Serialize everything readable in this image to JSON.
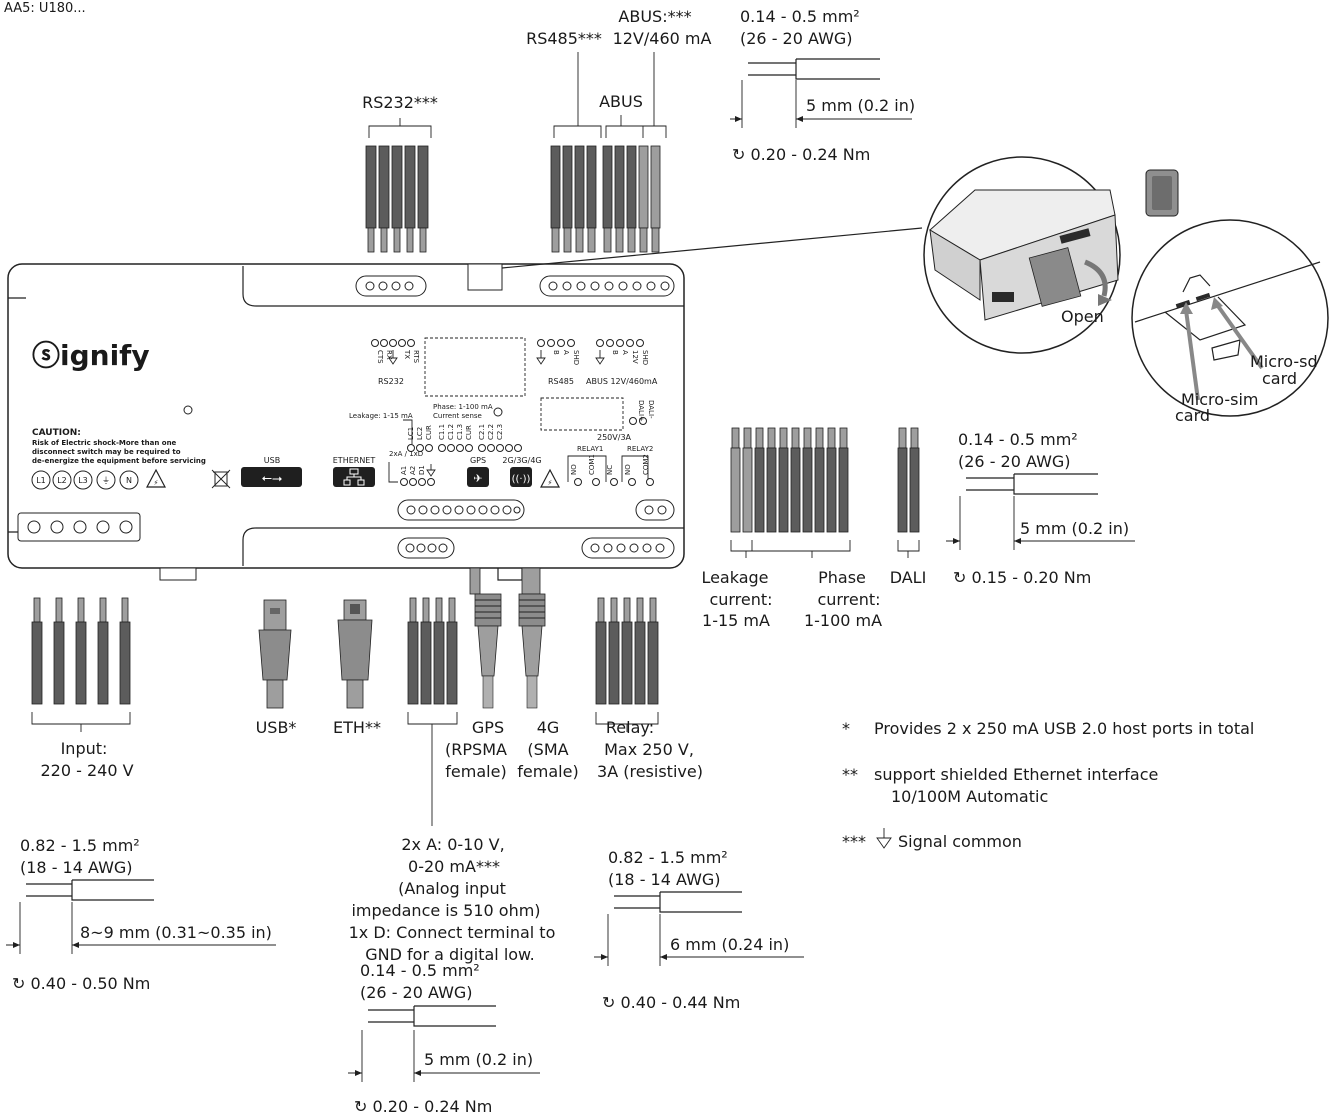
{
  "header": {
    "fragment": "AA5: U180..."
  },
  "brand": {
    "name": "ⓢignify"
  },
  "device": {
    "caution_title": "CAUTION:",
    "caution_l1": "Risk of Electric shock-More than one",
    "caution_l2": "disconnect switch may be required to",
    "caution_l3": "de-energize the equipment before servicing",
    "input_terms": [
      "L1",
      "L2",
      "L3",
      "⏚",
      "N"
    ],
    "usb": "USB",
    "ethernet": "ETHERNET",
    "gps": "GPS",
    "cell": "2G/3G/4G",
    "rs232": "RS232",
    "rs232_pins": [
      "CTS",
      "RX",
      "",
      "TX",
      "RTS"
    ],
    "rs485": "RS485",
    "rs485_pins": [
      "",
      "B",
      "A",
      "SHD"
    ],
    "abus": "ABUS 12V/460mA",
    "abus_pins": [
      "",
      "B",
      "A",
      "12V",
      "SHD"
    ],
    "phase": "Phase: 1-100 mA",
    "current_sense": "Current sense",
    "leakage": "Leakage: 1-15 mA",
    "lc_pins": [
      "LC1",
      "LC2",
      "CUR",
      "C1.1",
      "C1.2",
      "C1.3",
      "CUR",
      "C2.1",
      "C2.2",
      "C2.3"
    ],
    "analog": "2xA / 1xD",
    "analog_pins": [
      "A1",
      "A2",
      "D1",
      ""
    ],
    "relay_rating": "250V/3A",
    "relay1": "RELAY1",
    "relay2": "RELAY2",
    "relay_pins": [
      "NO",
      "COM1",
      "NC",
      "NO",
      "COM2"
    ],
    "dali_pins": [
      "DALI+",
      "DALI-"
    ]
  },
  "labels": {
    "rs232": "RS232***",
    "rs485": "RS485***",
    "abus": "ABUS",
    "abus_power_1": "ABUS:***",
    "abus_power_2": "12V/460 mA",
    "open": "Open",
    "micro_sd_1": "Micro-sd",
    "micro_sd_2": "card",
    "micro_sim_1": "Micro-sim",
    "micro_sim_2": "card",
    "leakage_1": "Leakage",
    "leakage_2": "current:",
    "leakage_3": "1-15 mA",
    "phase_1": "Phase",
    "phase_2": "current:",
    "phase_3": "1-100 mA",
    "dali": "DALI",
    "input_1": "Input:",
    "input_2": "220 - 240 V",
    "usb": "USB*",
    "eth": "ETH**",
    "gps_1": "GPS",
    "gps_2": "(RPSMA",
    "gps_3": "female)",
    "g4_1": "4G",
    "g4_2": "(SMA",
    "g4_3": "female)",
    "relay_1": "Relay:",
    "relay_2": "Max 250 V,",
    "relay_3": "3A (resistive)",
    "analog_1": "2x A: 0-10 V,",
    "analog_2": "0-20 mA***",
    "analog_3": "(Analog input",
    "analog_4": "impedance is 510 ohm)",
    "analog_5": "1x D: Connect terminal to",
    "analog_6": "GND for a digital low."
  },
  "wires": {
    "top": {
      "gauge_1": "0.14 - 0.5 mm²",
      "gauge_2": "(26 - 20 AWG)",
      "strip": "5 mm (0.2 in)",
      "torque": "↻ 0.20 - 0.24 Nm"
    },
    "right": {
      "gauge_1": "0.14 - 0.5 mm²",
      "gauge_2": "(26 - 20 AWG)",
      "strip": "5 mm (0.2 in)",
      "torque": "↻ 0.15 - 0.20 Nm"
    },
    "input": {
      "gauge_1": "0.82 - 1.5 mm²",
      "gauge_2": "(18 - 14 AWG)",
      "strip": "8~9 mm (0.31~0.35 in)",
      "torque": "↻ 0.40 - 0.50 Nm"
    },
    "analog": {
      "gauge_1": "0.14 - 0.5 mm²",
      "gauge_2": "(26 - 20 AWG)",
      "strip": "5 mm (0.2 in)",
      "torque": "↻ 0.20 - 0.24 Nm"
    },
    "relay": {
      "gauge_1": "0.82 - 1.5 mm²",
      "gauge_2": "(18 - 14 AWG)",
      "strip": "6 mm (0.24 in)",
      "torque": "↻ 0.40 - 0.44 Nm"
    }
  },
  "notes": {
    "n1_mark": "*",
    "n1": "Provides 2 x 250 mA USB 2.0 host ports in total",
    "n2_mark": "**",
    "n2_l1": "support shielded Ethernet interface",
    "n2_l2": "10/100M Automatic",
    "n3_mark": "***",
    "n3": "Signal common"
  }
}
